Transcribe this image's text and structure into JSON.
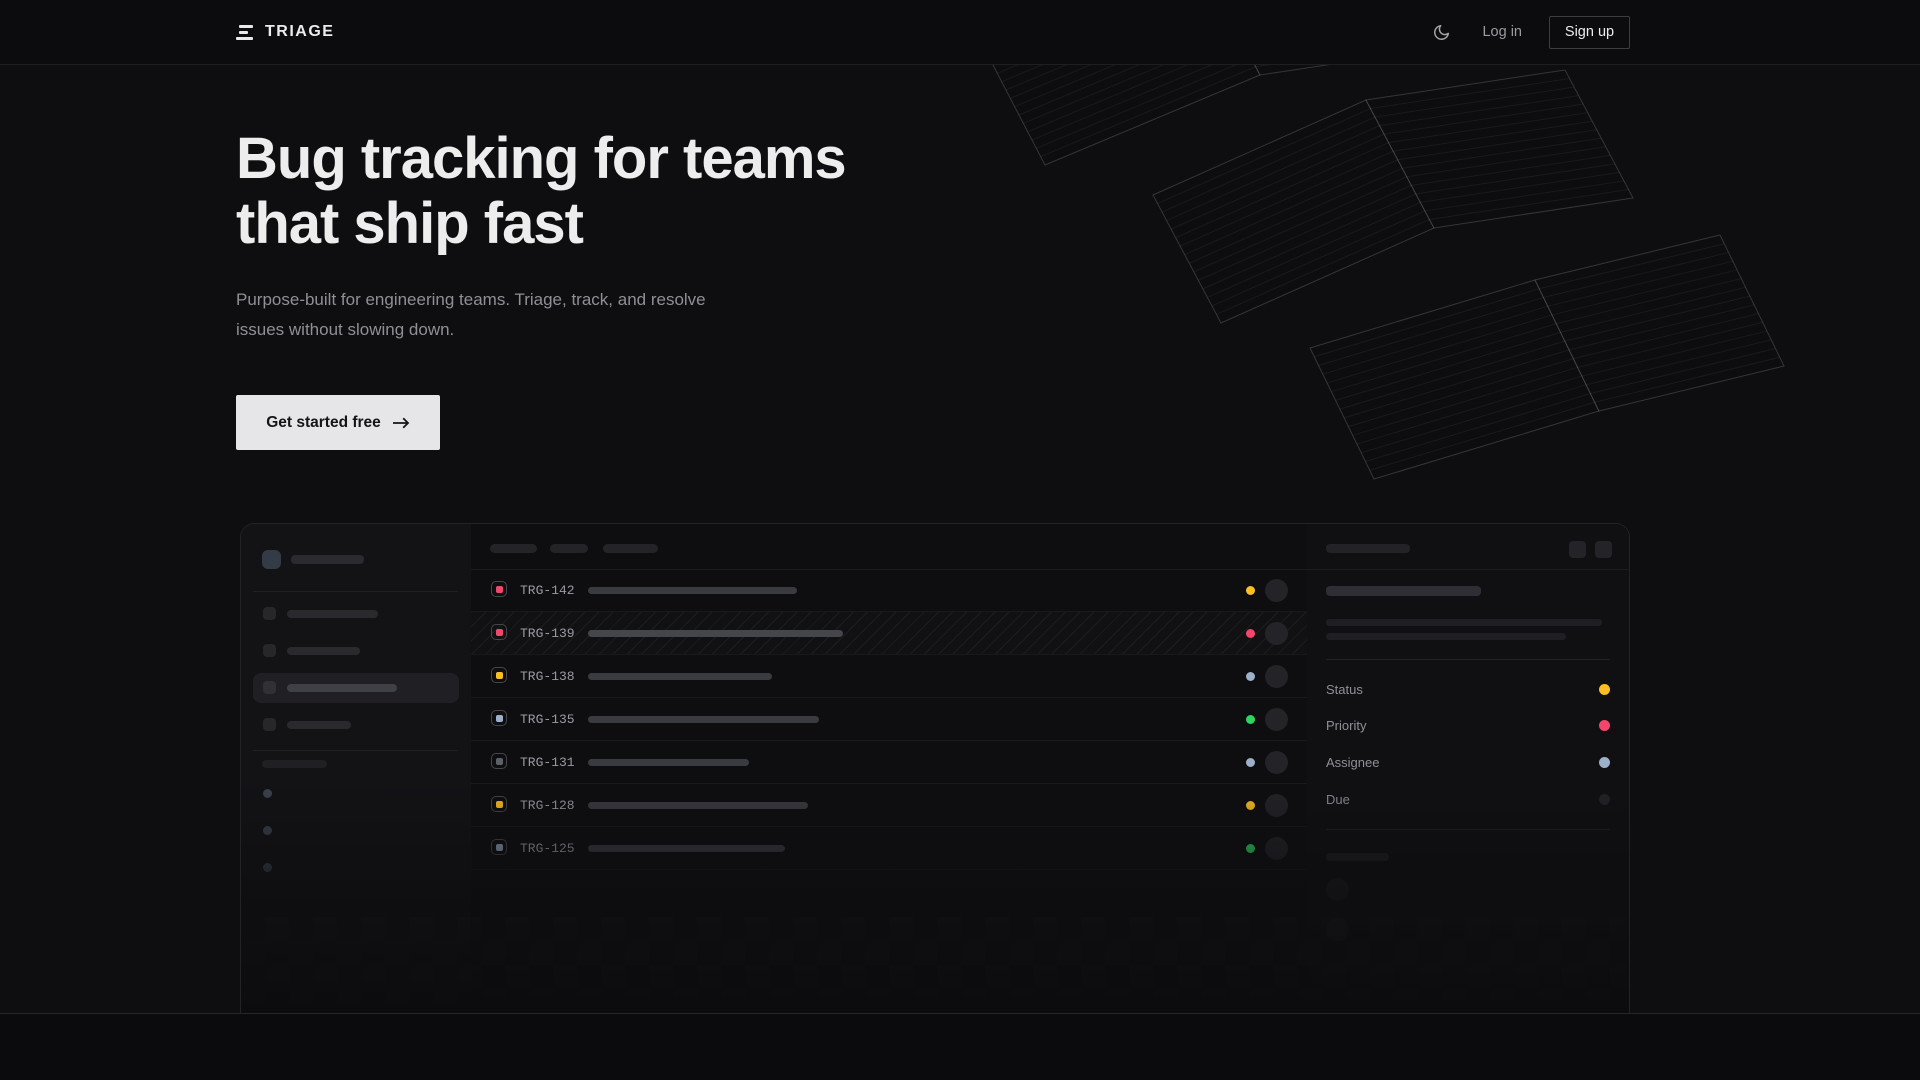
{
  "nav": {
    "brand": "TRIAGE",
    "login": "Log in",
    "signup": "Sign up"
  },
  "icons": {
    "logo": "triage-bars-icon",
    "theme_toggle": "moon-icon",
    "cta_arrow": "arrow-right-icon"
  },
  "hero": {
    "title_line1": "Bug tracking for teams",
    "title_line2": "that ship fast",
    "subtitle": "Purpose-built for engineering teams. Triage, track, and resolve issues without slowing down.",
    "cta": "Get started free"
  },
  "app_preview": {
    "issues": [
      {
        "id": "TRG-142",
        "icon_color": "#f2476a",
        "status_color": "#fbbf24",
        "title_width": 209,
        "selected": false
      },
      {
        "id": "TRG-139",
        "icon_color": "#f2476a",
        "status_color": "#f2476a",
        "title_width": 255,
        "selected": true
      },
      {
        "id": "TRG-138",
        "icon_color": "#fbbf24",
        "status_color": "#9cb0c9",
        "title_width": 184,
        "selected": false
      },
      {
        "id": "TRG-135",
        "icon_color": "#9cb0c9",
        "status_color": "#2fd360",
        "title_width": 231,
        "selected": false
      },
      {
        "id": "TRG-131",
        "icon_color": "#5c6069",
        "status_color": "#9cb0c9",
        "title_width": 161,
        "selected": false
      },
      {
        "id": "TRG-128",
        "icon_color": "#fbbf24",
        "status_color": "#fbbf24",
        "title_width": 220,
        "selected": false
      },
      {
        "id": "TRG-125",
        "icon_color": "#8e9fb6",
        "status_color": "#2fd360",
        "title_width": 197,
        "selected": false
      }
    ],
    "detail_fields": [
      {
        "label": "Status",
        "color": "#fbbf24"
      },
      {
        "label": "Priority",
        "color": "#f2476a"
      },
      {
        "label": "Assignee",
        "color": "#9cb0c9"
      },
      {
        "label": "Due",
        "color": "#232327"
      }
    ]
  }
}
